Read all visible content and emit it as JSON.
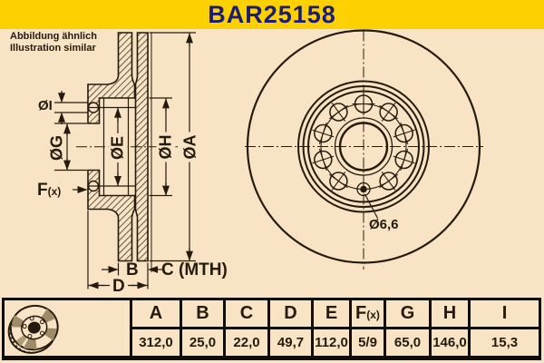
{
  "title": "BAR25158",
  "note": {
    "line1": "Abbildung ähnlich",
    "line2": "Illustration similar"
  },
  "colors": {
    "banner_yellow": "#fdd100",
    "background_cream": "#f8e4c4",
    "title_navy": "#1c1c74",
    "line_dark": "#241a0d"
  },
  "dimension_labels": {
    "dia_i": "ØI",
    "dia_g": "ØG",
    "dia_e": "ØE",
    "dia_h": "ØH",
    "dia_a": "ØA",
    "f_main": "F",
    "f_sub": "(x)",
    "b": "B",
    "c": "C (MTH)",
    "d": "D",
    "hole_dia": "Ø6,6"
  },
  "table": {
    "headers": [
      "A",
      "B",
      "C",
      "D",
      "E",
      "F",
      "G",
      "H",
      "I"
    ],
    "f_suffix": "(x)",
    "values": [
      "312,0",
      "25,0",
      "22,0",
      "49,7",
      "112,0",
      "5/9",
      "65,0",
      "146,0",
      "15,3"
    ]
  }
}
